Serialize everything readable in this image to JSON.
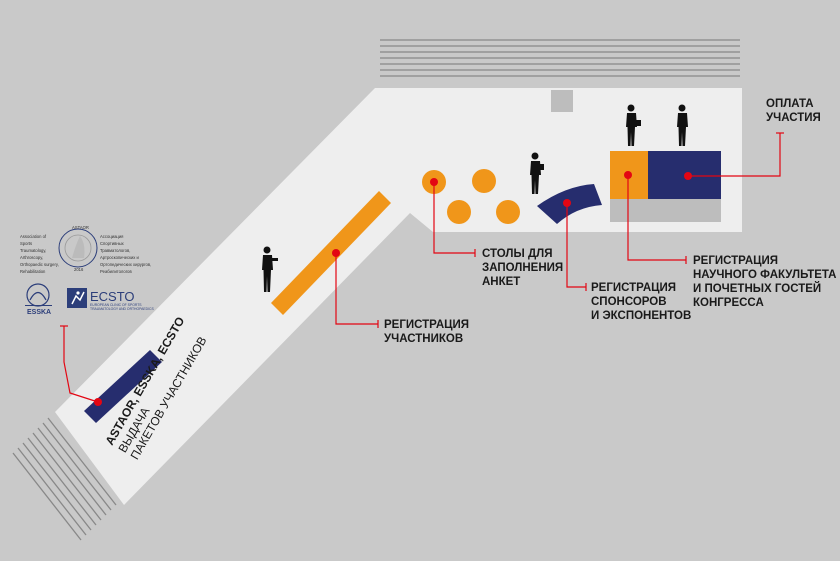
{
  "colors": {
    "background": "#c9c9c9",
    "floor": "#eeeeee",
    "orange": "#f0961a",
    "navy": "#262d6e",
    "red": "#e30613",
    "stairs": "#888888",
    "gray_block": "#bdbdbd",
    "person": "#111111"
  },
  "labels": {
    "payment_line1": "ОПЛАТА",
    "payment_line2": "УЧАСТИЯ",
    "tables_line1": "СТОЛЫ ДЛЯ",
    "tables_line2": "ЗАПОЛНЕНИЯ",
    "tables_line3": "АНКЕТ",
    "sponsors_line1": "РЕГИСТРАЦИЯ",
    "sponsors_line2": "СПОНСОРОВ",
    "sponsors_line3": "И ЭКСПОНЕНТОВ",
    "faculty_line1": "РЕГИСТРАЦИЯ",
    "faculty_line2": "НАУЧНОГО ФАКУЛЬТЕТА",
    "faculty_line3": "И ПОЧЕТНЫХ ГОСТЕЙ",
    "faculty_line4": "КОНГРЕССА",
    "participants_line1": "РЕГИСТРАЦИЯ",
    "participants_line2": "УЧАСТНИКОВ",
    "kits_title": "ASTAOR, ESSKA, ECSTO",
    "kits_line1": "ВЫДАЧА",
    "kits_line2": "ПАКЕТОВ УЧАСТНИКОВ"
  },
  "logos": {
    "astaor_en": [
      "Association of",
      "Sports",
      "Traumatology,",
      "Arthroscopy,",
      "Orthopaedic surgery,",
      "Rehabilitation"
    ],
    "astaor_ru": [
      "Ассоциация",
      "Спортивных",
      "Травматологов,",
      "Артроскопических и",
      "Ортопедических хирургов,",
      "Реабилитологов"
    ],
    "astaor_ring": "ASTAOR",
    "astaor_year": "2016",
    "esska": "ESSKA",
    "ecsto": "ECSTO",
    "ecsto_sub1": "EUROPEAN CLINIC OF SPORTS",
    "ecsto_sub2": "TRAUMATOLOGY AND ORTHOPAEDICS"
  },
  "icons": [
    "person-figure-icon",
    "astaor-logo-icon",
    "esska-logo-icon",
    "ecsto-logo-icon"
  ]
}
